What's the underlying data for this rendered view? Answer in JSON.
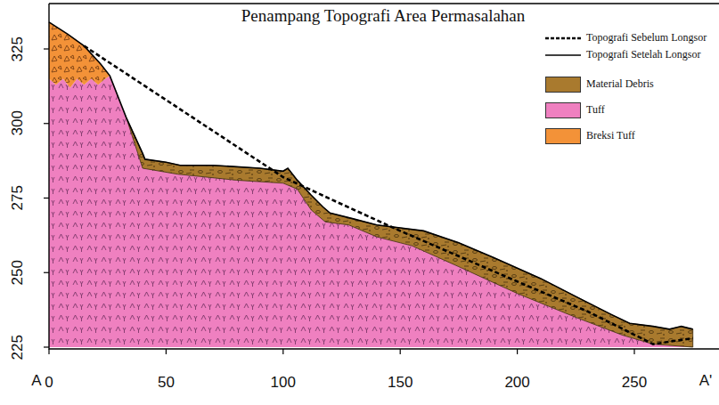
{
  "diagram": {
    "title": "Penampang Topografi Area Permasalahan",
    "labels": [
      "325",
      "300",
      "275",
      "250",
      "225",
      "0",
      "50",
      "100",
      "150",
      "200",
      "250",
      "A",
      "A'"
    ],
    "legend": [
      {
        "text": "Topografi Sebelum Longsor"
      },
      {
        "text": "Topografi Setelah Longsor"
      },
      {
        "text": "Material Debris",
        "color": "#a97a2e"
      },
      {
        "text": "Tuff",
        "color": "#ef80c0"
      },
      {
        "text": "Breksi Tuff",
        "color": "#f39238"
      }
    ]
  }
}
